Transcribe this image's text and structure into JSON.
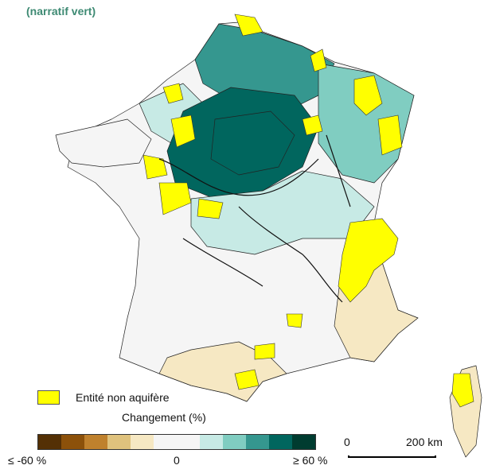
{
  "title": "(narratif vert)",
  "legend": {
    "non_aquifer_label": "Entité non aquifère",
    "non_aquifer_color": "#ffff00",
    "change_title": "Changement (%)",
    "ramp_colors": [
      "#543005",
      "#8c510a",
      "#bf812d",
      "#dfc27d",
      "#f6e8c3",
      "#f5f5f5",
      "#f5f5f5",
      "#c7eae5",
      "#80cdc1",
      "#35978f",
      "#01665e",
      "#003c30"
    ],
    "tick_min": "≤ -60 %",
    "tick_mid": "0",
    "tick_max": "≥ 60 %"
  },
  "scale_bar": {
    "start_label": "0",
    "end_label": "200 km"
  },
  "map_colors": {
    "dark_green": "#00665e",
    "mid_teal": "#35978f",
    "light_teal": "#80cdc1",
    "pale_teal": "#c7eae5",
    "neutral": "#f5f5f5",
    "beige": "#f6e8c3",
    "yellow": "#ffff00"
  }
}
